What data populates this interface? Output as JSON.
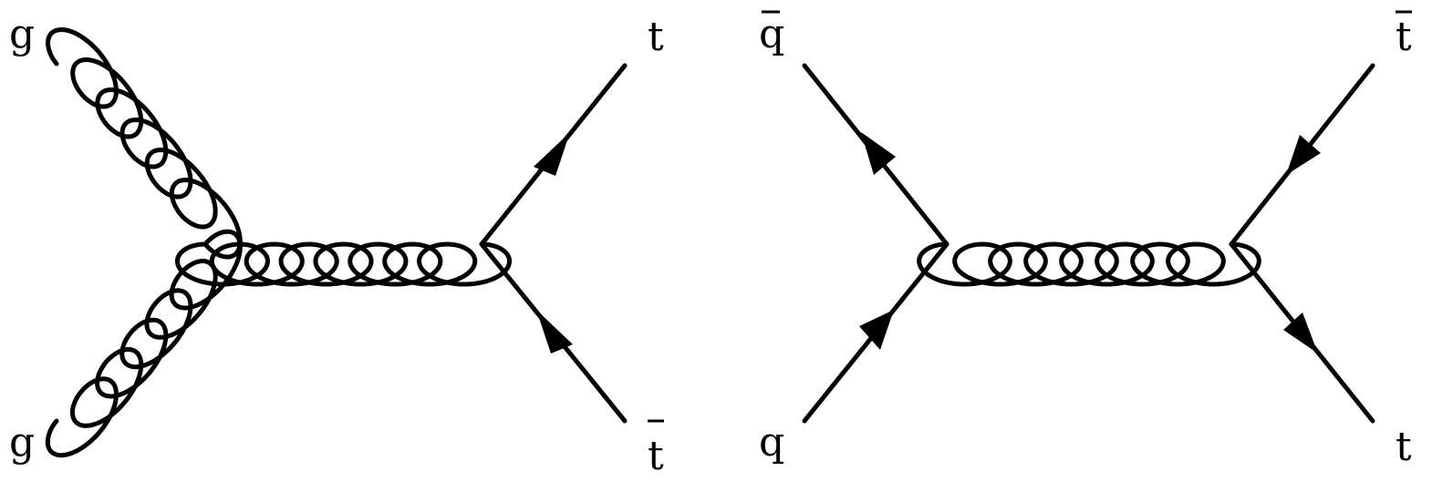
{
  "diagrams": [
    {
      "labels": {
        "in_top": "g",
        "in_bottom": "g",
        "out_top": "t",
        "out_bottom": "t"
      }
    },
    {
      "labels": {
        "in_top": "q",
        "in_bottom": "q",
        "out_top": "t",
        "out_bottom": "t"
      }
    }
  ]
}
